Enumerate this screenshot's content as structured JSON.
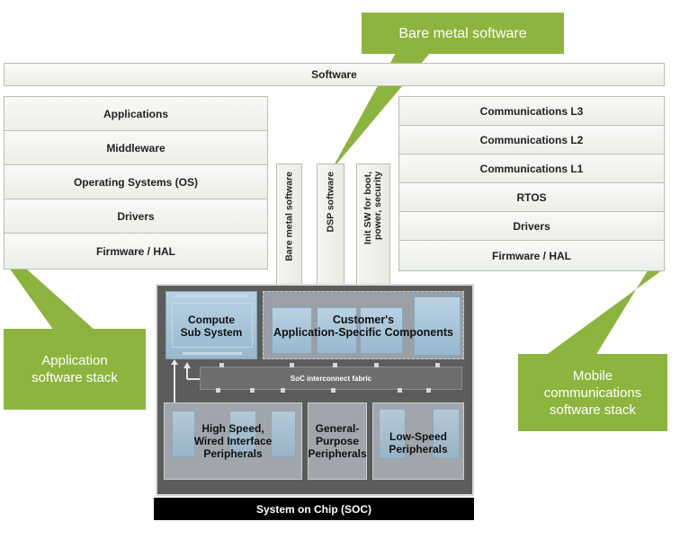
{
  "software_bar": "Software",
  "bare_metal_callout": "Bare metal software",
  "app_stack": {
    "items": [
      "Applications",
      "Middleware",
      "Operating Systems (OS)",
      "Drivers",
      "Firmware / HAL"
    ],
    "callout": "Application\nsoftware stack"
  },
  "mobile_stack": {
    "items": [
      "Communications L3",
      "Communications L2",
      "Communications L1",
      "RTOS",
      "Drivers",
      "Firmware / HAL"
    ],
    "callout": "Mobile\ncommunications\nsoftware stack"
  },
  "vertical_software": [
    "Bare metal software",
    "DSP software",
    "Init SW for boot,\npower, security"
  ],
  "soc": {
    "compute": "Compute\nSub System",
    "customer": "Customer's\nApplication-Specific Components",
    "fabric": "SoC interconnect fabric",
    "high_speed": "High Speed,\nWired Interface\nPeripherals",
    "general_purpose": "General-\nPurpose\nPeripherals",
    "low_speed": "Low-Speed\nPeripherals",
    "title": "System on Chip (SOC)"
  },
  "colors": {
    "green": "#8db43e",
    "soc_body": "#5c5c5c",
    "soc_bar": "#000000",
    "component_blue": "#a9c5d9"
  }
}
